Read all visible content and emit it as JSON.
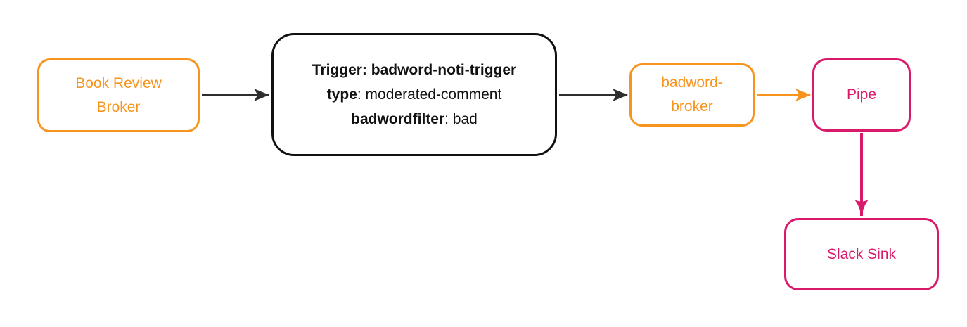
{
  "diagram": {
    "type": "flow-diagram",
    "background": "#ffffff",
    "colors": {
      "orange": "#F7941E",
      "pink": "#D91A6B",
      "dark": "#2E2E2E"
    },
    "nodes": {
      "book_review_broker": {
        "label": "Book Review Broker",
        "color": "#F7941E"
      },
      "trigger": {
        "line1": "Trigger: badword-noti-trigger",
        "line2_key": "type",
        "line2_value": ": moderated-comment",
        "line3_key": "badwordfilter",
        "line3_value": ": bad",
        "color": "#111111"
      },
      "badword_broker": {
        "label": "badword-broker",
        "color": "#F7941E"
      },
      "pipe": {
        "label": "Pipe",
        "color": "#D91A6B"
      },
      "slack_sink": {
        "label": "Slack Sink",
        "color": "#D91A6B"
      }
    },
    "edges": [
      {
        "from": "book_review_broker",
        "to": "trigger",
        "color": "#2E2E2E"
      },
      {
        "from": "trigger",
        "to": "badword_broker",
        "color": "#2E2E2E"
      },
      {
        "from": "badword_broker",
        "to": "pipe",
        "color": "#F7941E"
      },
      {
        "from": "pipe",
        "to": "slack_sink",
        "color": "#D91A6B"
      }
    ]
  }
}
